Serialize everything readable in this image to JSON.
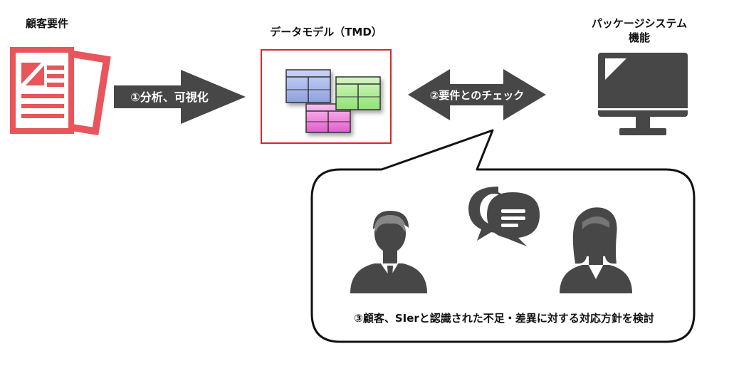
{
  "labels": {
    "customer_requirements": "顧客要件",
    "data_model": "データモデル（TMD）",
    "package_line1": "パッケージシステム",
    "package_line2": "機能"
  },
  "arrows": {
    "analyze": "①分析、可視化",
    "check": "②要件とのチェック"
  },
  "callout": {
    "text": "③顧客、SIerと認識された不足・差異に対する対応方針を検討"
  },
  "colors": {
    "document_red": "#e8555a",
    "frame_red": "#d9262b",
    "dark_gray": "#474747",
    "table_blue": "#9fb0e6",
    "table_green": "#a6ea8e",
    "table_pink": "#ea7ad6"
  },
  "icons": [
    "document-icon",
    "monitor-icon",
    "businessman-icon",
    "businesswoman-icon",
    "chat-bubbles-icon"
  ]
}
